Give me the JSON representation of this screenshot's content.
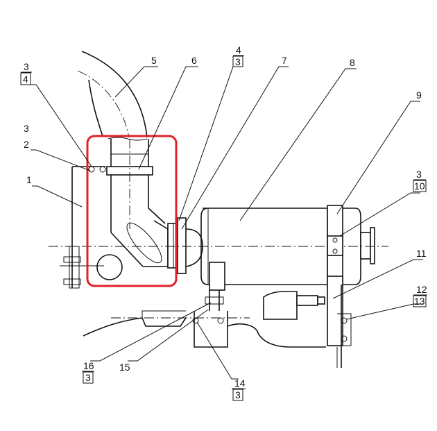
{
  "callouts": [
    {
      "id": "c5",
      "label": "5"
    },
    {
      "id": "c6",
      "label": "6"
    },
    {
      "id": "c4a",
      "label": "4",
      "sub": "3"
    },
    {
      "id": "c7",
      "label": "7"
    },
    {
      "id": "c8",
      "label": "8"
    },
    {
      "id": "c3a",
      "label": "3",
      "sub": "4"
    },
    {
      "id": "c3b",
      "label": "3"
    },
    {
      "id": "c2",
      "label": "2"
    },
    {
      "id": "c1",
      "label": "1"
    },
    {
      "id": "c9",
      "label": "9"
    },
    {
      "id": "c3c",
      "label": "3",
      "sub": "10"
    },
    {
      "id": "c11",
      "label": "11"
    },
    {
      "id": "c12",
      "label": "12",
      "sub": "13"
    },
    {
      "id": "c16",
      "label": "16",
      "sub": "3"
    },
    {
      "id": "c15",
      "label": "15"
    },
    {
      "id": "c14",
      "label": "14",
      "sub": "3"
    }
  ],
  "highlight": {
    "color": "#e0202a"
  }
}
